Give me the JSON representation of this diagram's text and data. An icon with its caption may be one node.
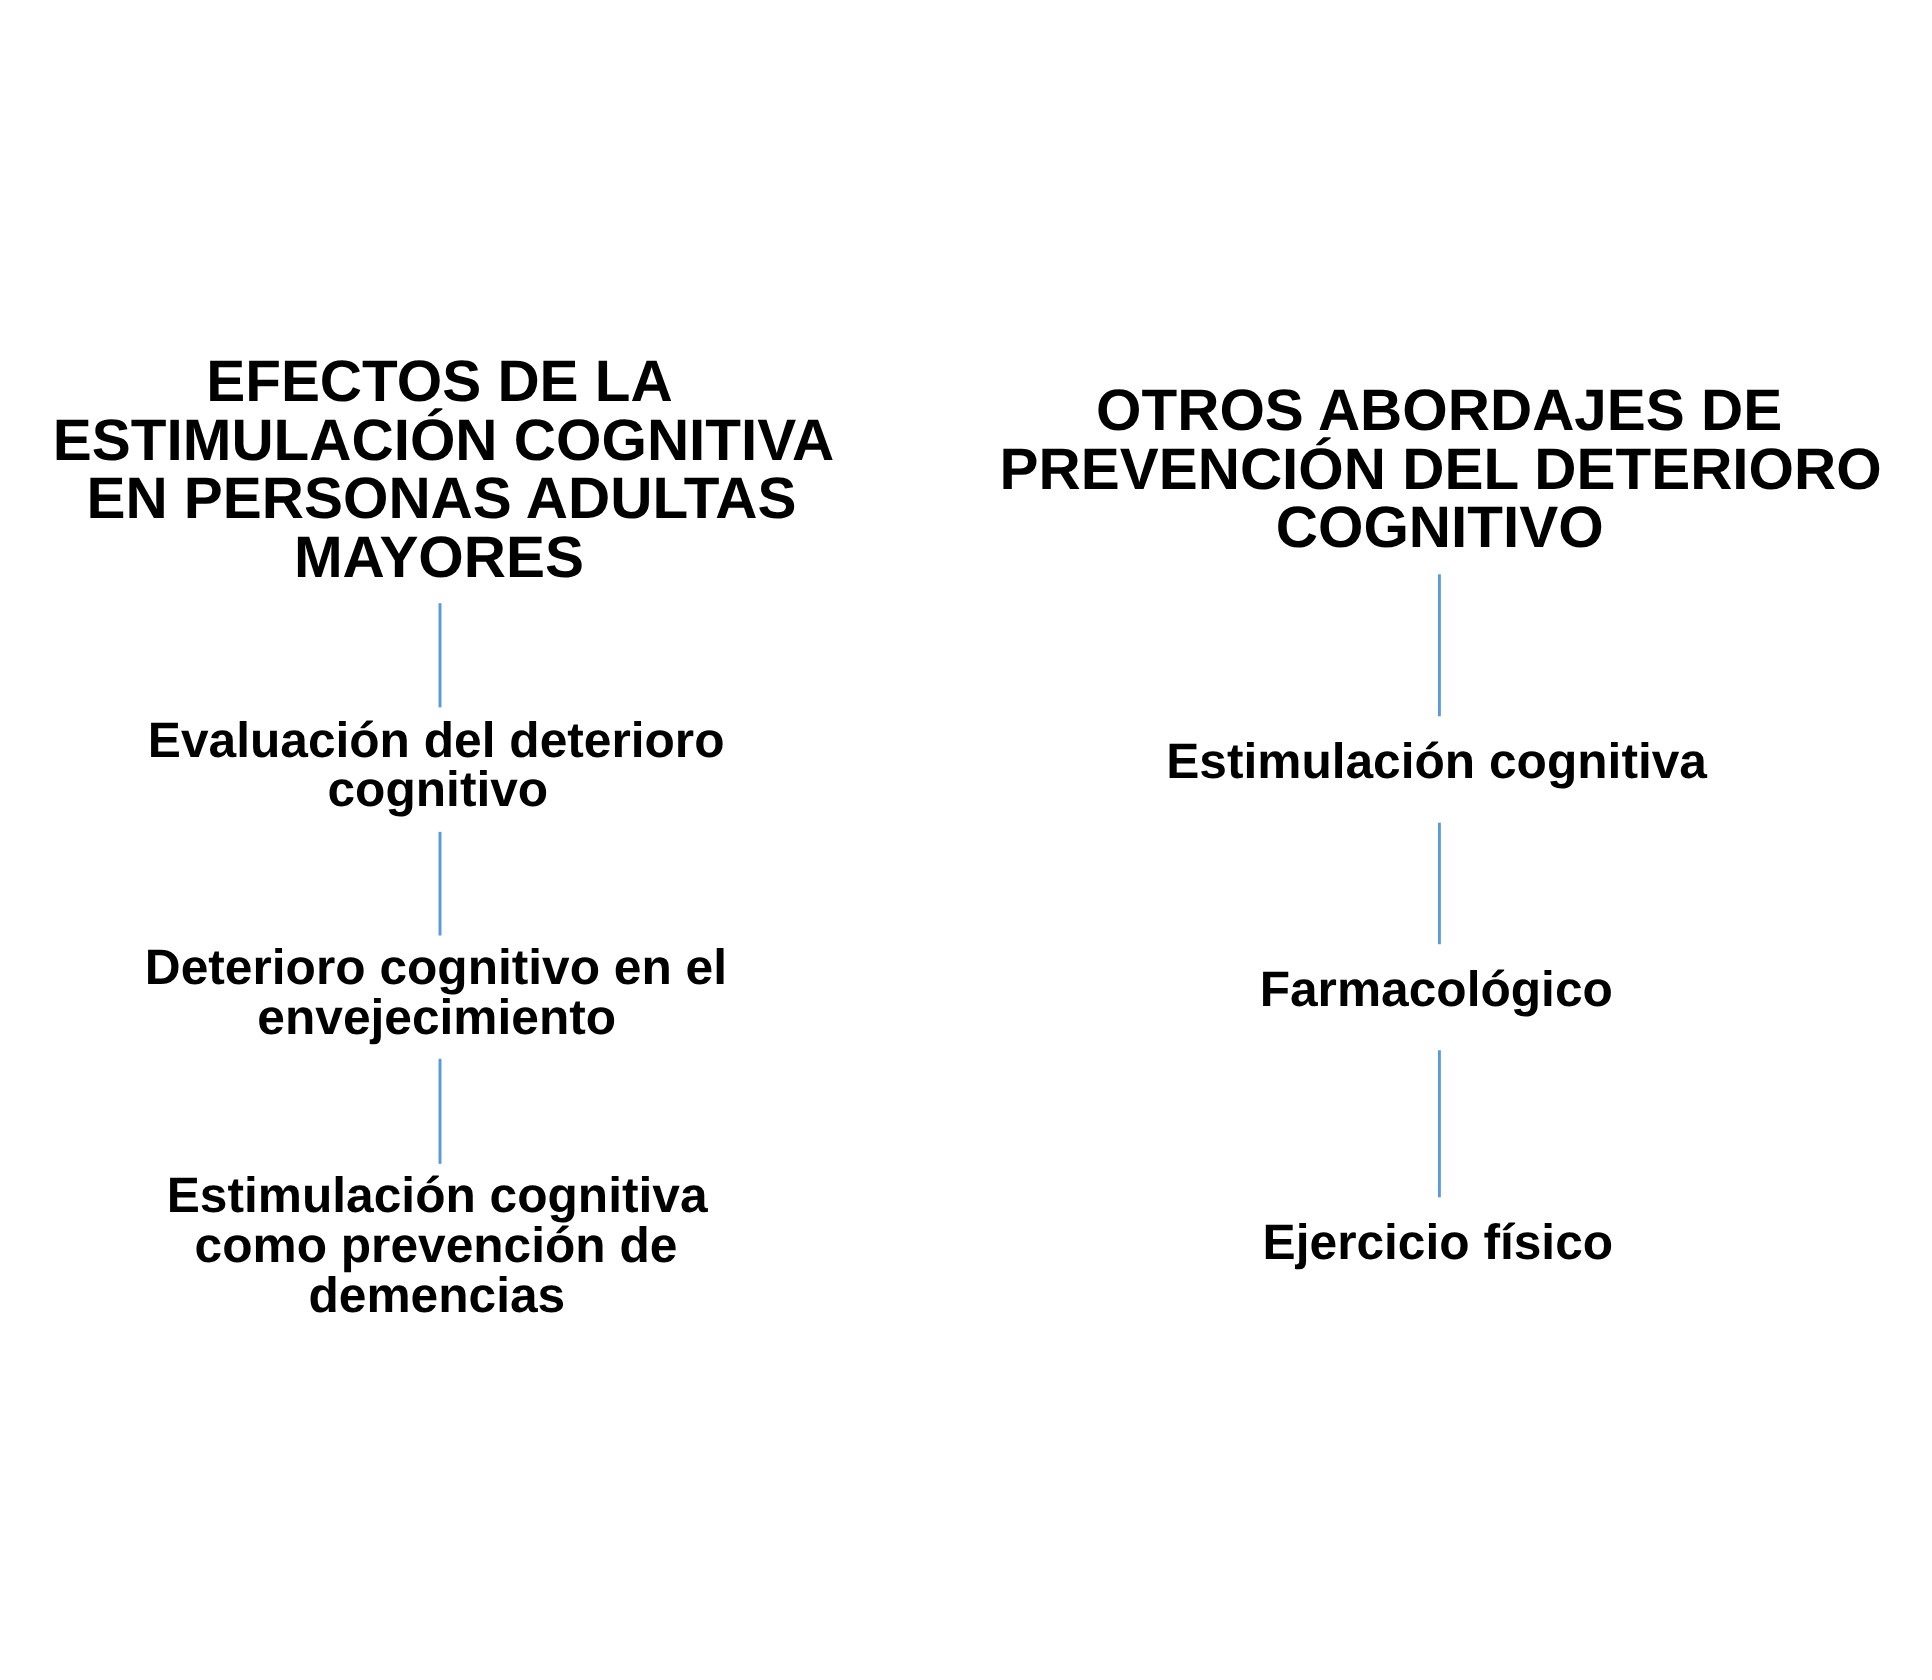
{
  "diagram": {
    "nodes": [
      {
        "text": [
          "EFECTOS DE LA ESTIMULACIÓN COGNITIVA EN PERSONAS ADULTAS MAYORES"
        ]
      },
      {
        "text": [
          "Evaluación del deterioro cognitivo"
        ]
      },
      {
        "text": [
          "Deterioro cognitivo en el envejecimiento"
        ]
      },
      {
        "text": [
          "Estimulación cognitiva como prevención de demencias"
        ]
      },
      {
        "text": [
          "OTROS ABORDAJES DE PREVENCIÓN DEL DETERIORO COGNITIVO"
        ]
      },
      {
        "text": [
          "Estimulación cognitiva"
        ]
      },
      {
        "text": [
          "Farmacológico"
        ]
      },
      {
        "text": [
          "Ejercicio físico"
        ]
      }
    ],
    "edges": [
      {
        "from": 0,
        "to": 1,
        "arrow": "none"
      },
      {
        "from": 1,
        "to": 2,
        "arrow": "none"
      },
      {
        "from": 2,
        "to": 3,
        "arrow": "none"
      },
      {
        "from": 4,
        "to": 5,
        "arrow": "none"
      },
      {
        "from": 5,
        "to": 6,
        "arrow": "none"
      },
      {
        "from": 6,
        "to": 7,
        "arrow": "none"
      }
    ]
  }
}
